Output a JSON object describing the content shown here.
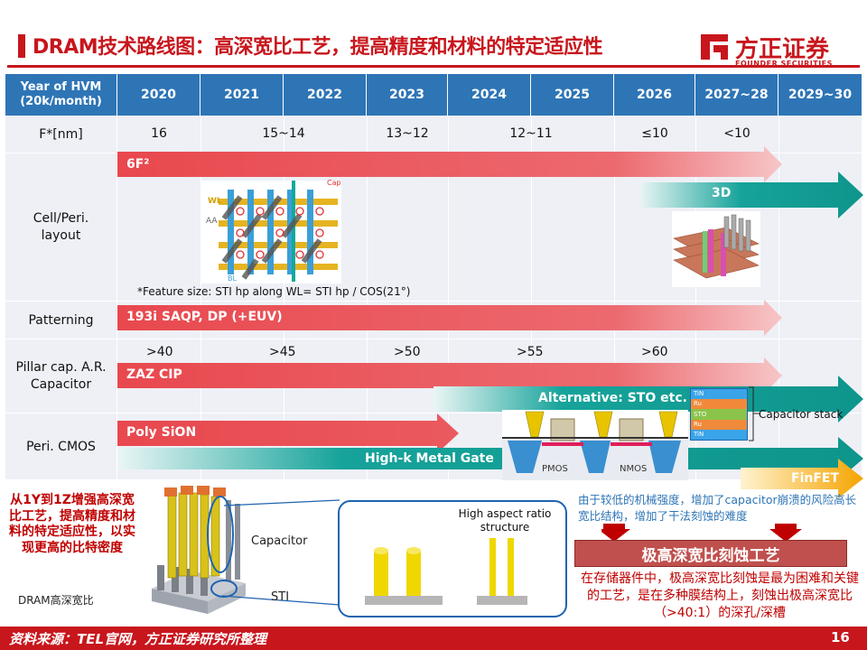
{
  "header": {
    "title": "DRAM技术路线图：高深宽比工艺，提高精度和材料的特定适应性",
    "logo_cn": "方正证券",
    "logo_en": "FOUNDER SECURITIES"
  },
  "table": {
    "year_header": "Year of HVM (20k/month)",
    "years": [
      "2020",
      "2021",
      "2022",
      "2023",
      "2024",
      "2025",
      "2026",
      "2027~28",
      "2029~30"
    ],
    "row_labels": {
      "f": "F*[nm]",
      "cell": "Cell/Peri. layout",
      "patterning": "Patterning",
      "pillar": "Pillar cap. A.R. Capacitor",
      "cmos": "Peri. CMOS"
    },
    "f_values": [
      "16",
      "15~14",
      "13~12",
      "12~11",
      "≤10",
      "<10"
    ],
    "ar_values": [
      ">40",
      ">45",
      ">50",
      ">55",
      ">60"
    ]
  },
  "bars": {
    "f6": "6F²",
    "d3": "3D",
    "patterning": "193i SAQP, DP (+EUV)",
    "zaz": "ZAZ CIP",
    "sto": "Alternative: STO etc.",
    "poly": "Poly SiON",
    "hkmg": "High-k Metal Gate",
    "finfet": "FinFET"
  },
  "cell_diagram": {
    "wl": "WL",
    "aa": "AA",
    "bl": "BL",
    "cap": "Cap",
    "footnote": "*Feature size: STI hp along WL= STI hp / COS(21°)"
  },
  "stack": {
    "layers": [
      "TiN",
      "Ru",
      "STO",
      "Ru",
      "TiN"
    ],
    "label": "Capacitor stack"
  },
  "cmos": {
    "pmos": "PMOS",
    "nmos": "NMOS"
  },
  "bottom": {
    "red_left": "从1Y到1Z增强高深宽比工艺，提高精度和材料的特定适应性，以实现更高的比特密度",
    "dram_caption": "DRAM高深宽比",
    "capacitor_label": "Capacitor",
    "sti_label": "STI",
    "high_aspect": "High aspect ratio structure",
    "blue_note": "由于较低的机械强度，增加了capacitor崩溃的风险高长宽比结构，增加了干法刻蚀的难度",
    "red_button": "极高深宽比刻蚀工艺",
    "red_note": "在存储器件中，极高深宽比刻蚀是最为困难和关键的工艺，是在多种膜结构上，刻蚀出极高深宽比（>40:1）的深孔/深槽"
  },
  "footer": {
    "source": "资料来源：TEL官网，方正证券研究所整理",
    "page": "16"
  },
  "colors": {
    "brand_red": "#c8161d",
    "header_blue": "#2e75b6",
    "bar_red": "#e8484e",
    "bar_teal": "#139b93"
  }
}
